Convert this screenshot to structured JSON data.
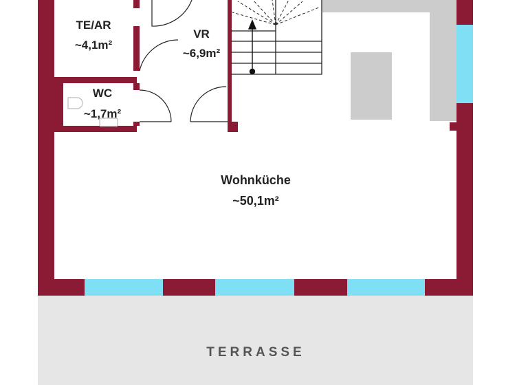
{
  "plan": {
    "rooms": [
      {
        "id": "te-ar",
        "name": "TE/AR",
        "area": "~4,1m²"
      },
      {
        "id": "vr",
        "name": "VR",
        "area": "~6,9m²"
      },
      {
        "id": "wc",
        "name": "WC",
        "area": "~1,7m²"
      },
      {
        "id": "wohnkueche",
        "name": "Wohnküche",
        "area": "~50,1m²"
      }
    ],
    "terrace": {
      "label": "TERRASSE"
    }
  },
  "colors": {
    "wall": "#8b1a35",
    "window": "#7fe0f5",
    "terrace": "#e6e6e6",
    "kitchen_unit": "#cccccc",
    "floor": "#ffffff"
  }
}
